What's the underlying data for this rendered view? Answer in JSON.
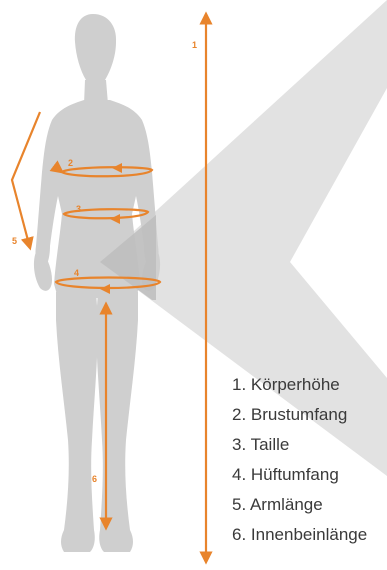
{
  "colors": {
    "accent": "#e8842c",
    "figure": "#cfcfcf",
    "watermark": "#e2e2e2",
    "watermark_dark": "#bdbdbd",
    "text": "#3a3a3a"
  },
  "markers": [
    {
      "id": "1",
      "label": "1"
    },
    {
      "id": "2",
      "label": "2"
    },
    {
      "id": "3",
      "label": "3"
    },
    {
      "id": "4",
      "label": "4"
    },
    {
      "id": "5",
      "label": "5"
    },
    {
      "id": "6",
      "label": "6"
    }
  ],
  "legend": [
    "1. Körperhöhe",
    "2. Brustumfang",
    "3. Taille",
    "4. Hüftumfang",
    "5. Armlänge",
    "6. Innenbeinlänge"
  ]
}
